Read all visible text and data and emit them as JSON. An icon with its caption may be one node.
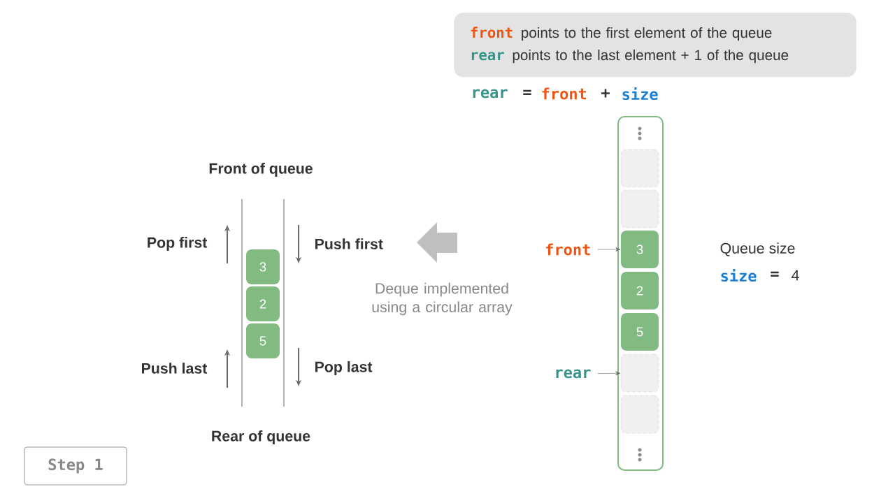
{
  "diagram": {
    "nodes": [
      {
        "text": [
          "3"
        ]
      },
      {
        "text": [
          "2"
        ]
      },
      {
        "text": [
          "5"
        ]
      },
      {
        "text": [],
        "shape": "box"
      },
      {
        "text": [],
        "shape": "box",
        "in": 3
      },
      {
        "text": [],
        "shape": "box",
        "in": 3
      },
      {
        "text": [
          "3"
        ],
        "in": 3
      },
      {
        "text": [
          "2"
        ],
        "in": 3
      },
      {
        "text": [
          "5"
        ],
        "in": 3
      },
      {
        "text": [],
        "shape": "box",
        "in": 3
      },
      {
        "text": [],
        "shape": "box",
        "in": 3
      },
      {
        "text": [
          "front"
        ]
      },
      {
        "text": [
          "rear"
        ]
      },
      {
        "text": [
          "front",
          "points to the first element of the queue",
          "rear",
          "points to the last element + 1 of the queue"
        ]
      },
      {
        "text": [
          "Step 1"
        ]
      }
    ],
    "edges": [
      {
        "from": 11,
        "to": 6,
        "arrow": "to"
      },
      {
        "from": 12,
        "to": 9,
        "arrow": "to"
      }
    ],
    "labels": [
      "rear",
      "=",
      "front",
      "+",
      "size",
      "Front of queue",
      "Pop first",
      "Push first",
      "Queue size",
      "size",
      "=",
      "4",
      "Deque implemented using a circular array",
      "Push last",
      "Pop last",
      "Rear of queue"
    ]
  }
}
